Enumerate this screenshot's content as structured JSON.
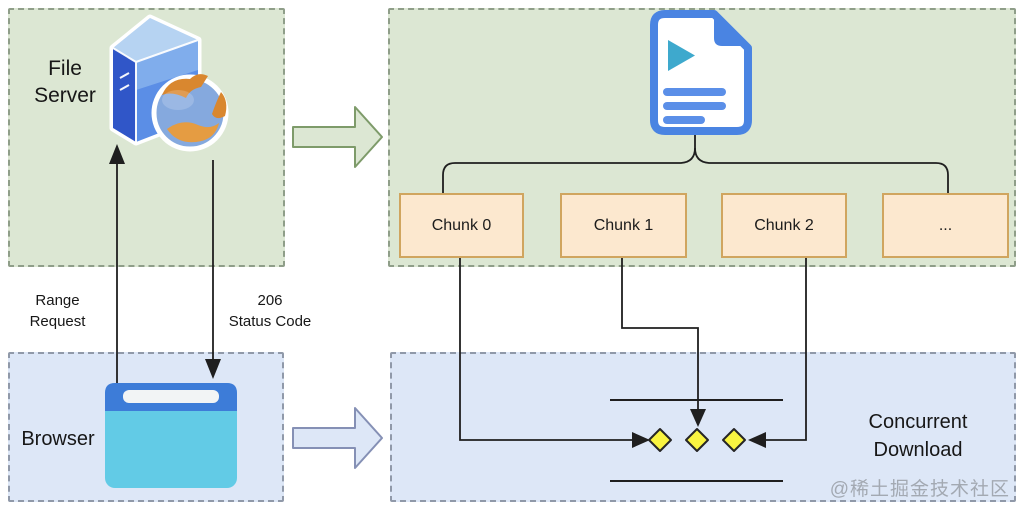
{
  "boxes": {
    "file_server": {
      "label": "File\nServer"
    },
    "browser": {
      "label": "Browser"
    },
    "file_chunks": {
      "chunks": [
        "Chunk 0",
        "Chunk 1",
        "Chunk 2",
        "..."
      ]
    },
    "concurrent": {
      "label": "Concurrent\nDownload"
    }
  },
  "edges": {
    "range_request": "Range\nRequest",
    "status_code": "206\nStatus Code"
  },
  "icons": {
    "server": "server-tower-with-globe",
    "file": "video-document",
    "browser": "browser-window",
    "chunk_marker": "yellow-diamond",
    "flow_right_top": "block-arrow-right-green",
    "flow_right_bottom": "block-arrow-right-blue"
  },
  "watermark": "@稀土掘金技术社区",
  "colors": {
    "green_box_fill": "#dce7d3",
    "green_box_border": "#8f9e89",
    "blue_box_fill": "#dde7f7",
    "blue_box_border": "#9099a9",
    "chunk_fill": "#fce8cf",
    "chunk_border": "#d0a55f",
    "line_color": "#1f1f1f",
    "diamond_fill": "#f9f441",
    "diamond_stroke": "#262626",
    "green_arrow_stroke": "#7e9b6a",
    "blue_arrow_stroke": "#8590b5",
    "doc_blue": "#4a84e2",
    "doc_play": "#3ea9cd",
    "doc_bar": "#5b8fe8",
    "browser_bar": "#3d7cd8",
    "browser_body": "#62cbe6",
    "watermark_color": "#a3a9b2"
  }
}
